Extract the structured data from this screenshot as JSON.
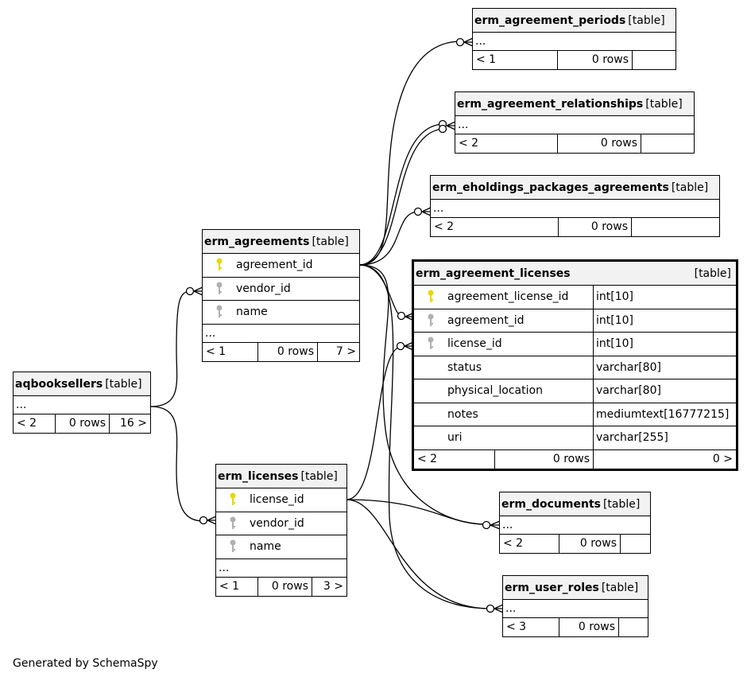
{
  "tables": {
    "aqbooksellers": {
      "name": "aqbooksellers",
      "tag": "[table]",
      "ellipsis": "...",
      "foot": [
        "< 2",
        "0 rows",
        "16 >"
      ]
    },
    "erm_agreements": {
      "name": "erm_agreements",
      "tag": "[table]",
      "cols": [
        {
          "name": "agreement_id",
          "key": "primary"
        },
        {
          "name": "vendor_id",
          "key": "foreign"
        },
        {
          "name": "name",
          "key": "foreign"
        }
      ],
      "ellipsis": "...",
      "foot": [
        "< 1",
        "0 rows",
        "7 >"
      ]
    },
    "erm_licenses": {
      "name": "erm_licenses",
      "tag": "[table]",
      "cols": [
        {
          "name": "license_id",
          "key": "primary"
        },
        {
          "name": "vendor_id",
          "key": "foreign"
        },
        {
          "name": "name",
          "key": "foreign"
        }
      ],
      "ellipsis": "...",
      "foot": [
        "< 1",
        "0 rows",
        "3 >"
      ]
    },
    "erm_agreement_periods": {
      "name": "erm_agreement_periods",
      "tag": "[table]",
      "ellipsis": "...",
      "foot": [
        "< 1",
        "0 rows",
        ""
      ]
    },
    "erm_agreement_relationships": {
      "name": "erm_agreement_relationships",
      "tag": "[table]",
      "ellipsis": "...",
      "foot": [
        "< 2",
        "0 rows",
        ""
      ]
    },
    "erm_eholdings_packages_agreements": {
      "name": "erm_eholdings_packages_agreements",
      "tag": "[table]",
      "ellipsis": "...",
      "foot": [
        "< 2",
        "0 rows",
        ""
      ]
    },
    "erm_agreement_licenses": {
      "name": "erm_agreement_licenses",
      "tag": "[table]",
      "cols": [
        {
          "name": "agreement_license_id",
          "type": "int[10]",
          "key": "primary"
        },
        {
          "name": "agreement_id",
          "type": "int[10]",
          "key": "foreign"
        },
        {
          "name": "license_id",
          "type": "int[10]",
          "key": "foreign"
        },
        {
          "name": "status",
          "type": "varchar[80]",
          "key": ""
        },
        {
          "name": "physical_location",
          "type": "varchar[80]",
          "key": ""
        },
        {
          "name": "notes",
          "type": "mediumtext[16777215]",
          "key": ""
        },
        {
          "name": "uri",
          "type": "varchar[255]",
          "key": ""
        }
      ],
      "foot": [
        "< 2",
        "0 rows",
        "0 >"
      ]
    },
    "erm_documents": {
      "name": "erm_documents",
      "tag": "[table]",
      "ellipsis": "...",
      "foot": [
        "< 2",
        "0 rows",
        ""
      ]
    },
    "erm_user_roles": {
      "name": "erm_user_roles",
      "tag": "[table]",
      "ellipsis": "...",
      "foot": [
        "< 3",
        "0 rows",
        ""
      ]
    }
  },
  "colors": {
    "primary_key": "#e6d800",
    "foreign_key": "#b0b0b0",
    "header_bg": "#f2f2f2"
  },
  "footer": "Generated by SchemaSpy"
}
